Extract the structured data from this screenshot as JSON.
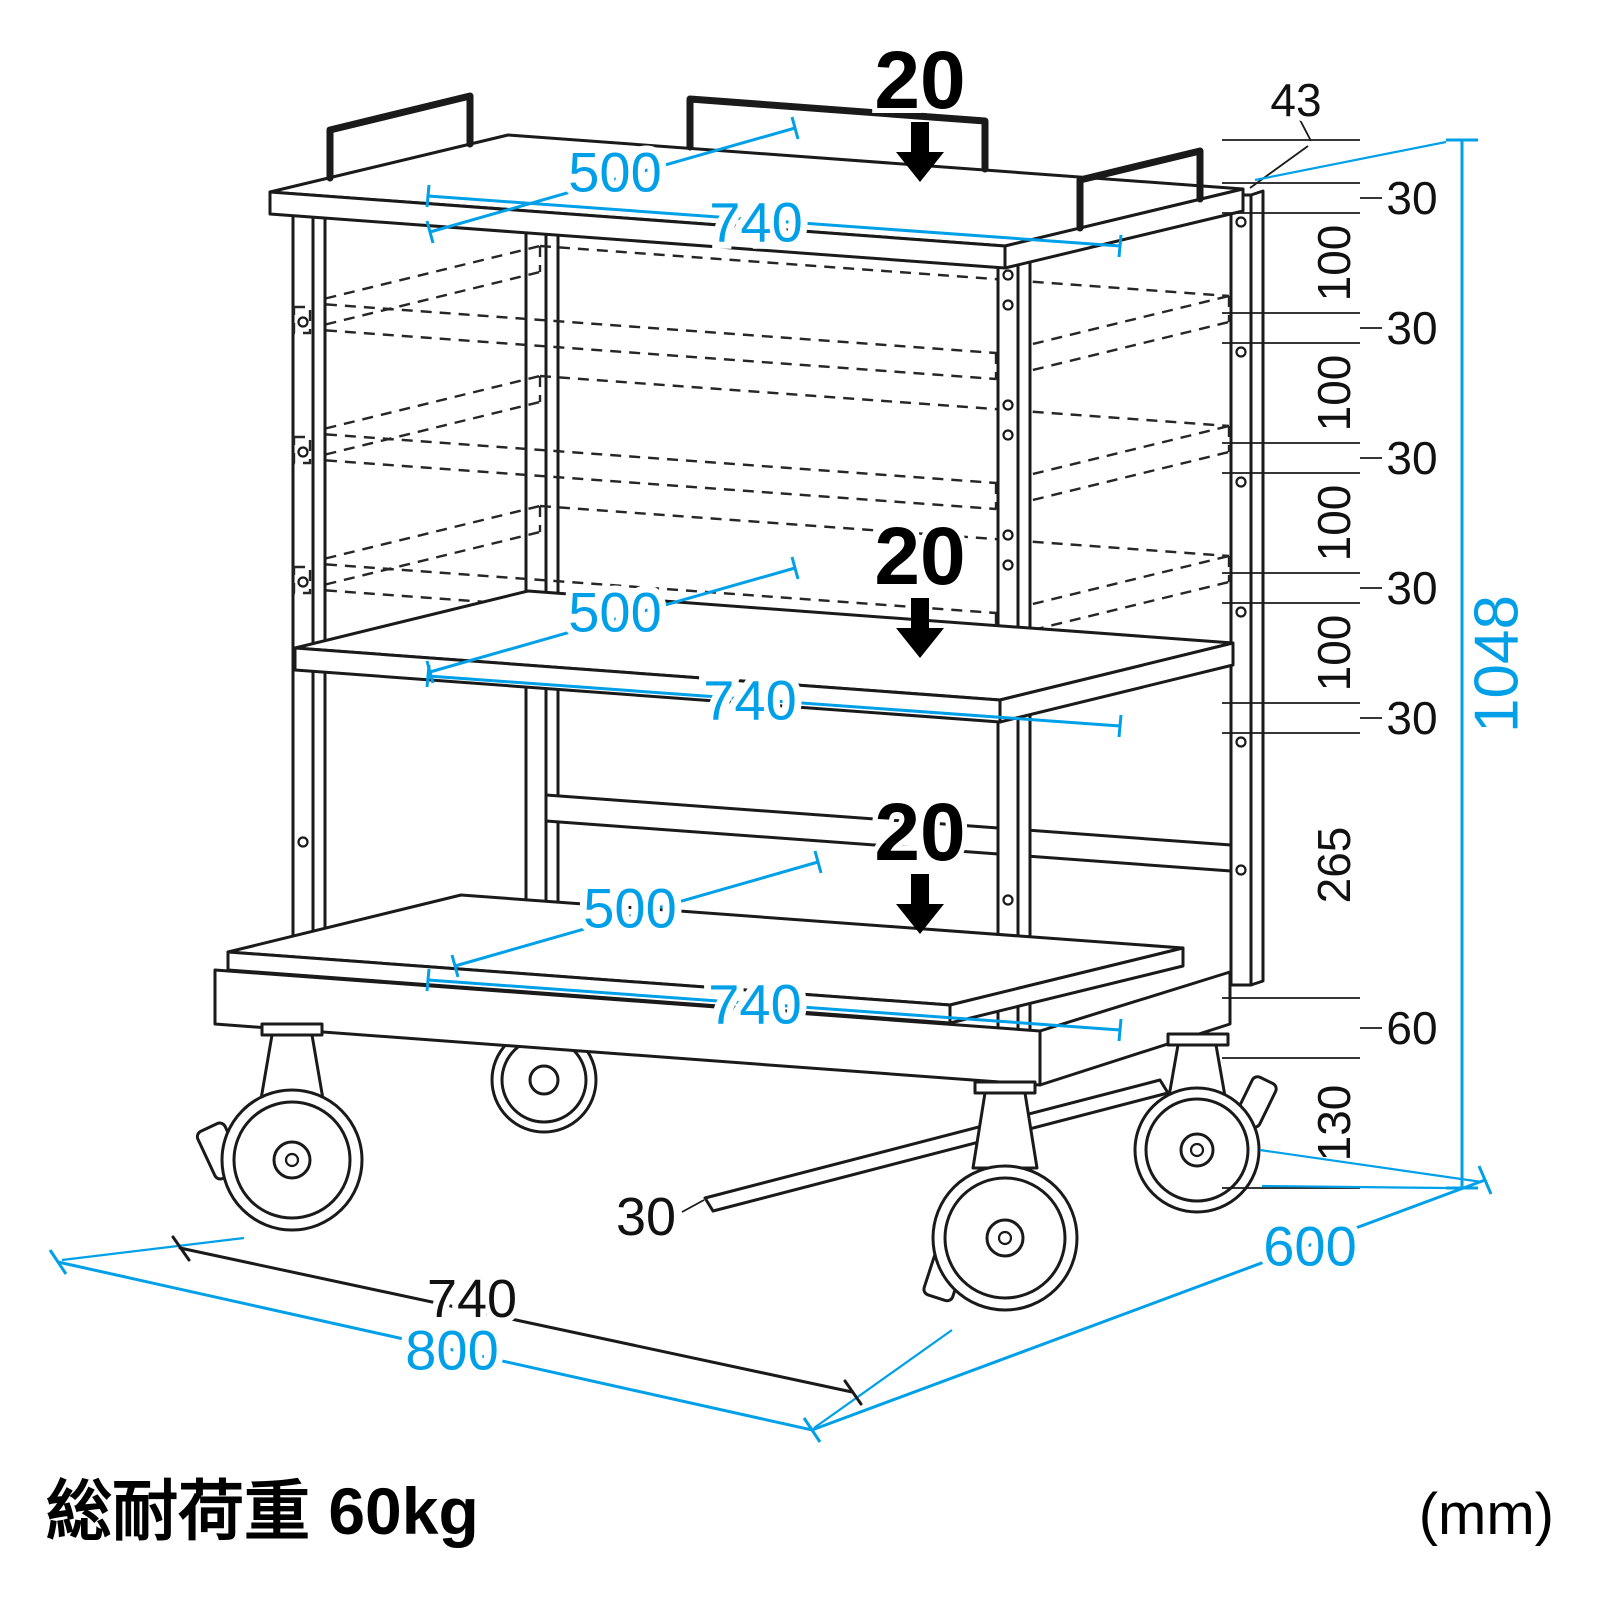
{
  "colors": {
    "dimension_accent": "#00a0e9",
    "line": "#1a1a1a"
  },
  "shelves": {
    "top": {
      "depth": "500",
      "width": "740",
      "drop": "20"
    },
    "middle": {
      "depth": "500",
      "width": "740",
      "drop": "20"
    },
    "bottom": {
      "depth": "500",
      "width": "740",
      "drop": "20"
    }
  },
  "right_chain": [
    {
      "label": "43"
    },
    {
      "label": "30"
    },
    {
      "label": "100"
    },
    {
      "label": "30"
    },
    {
      "label": "100"
    },
    {
      "label": "30"
    },
    {
      "label": "100"
    },
    {
      "label": "30"
    },
    {
      "label": "100"
    },
    {
      "label": "30"
    },
    {
      "label": "265"
    },
    {
      "label": "60"
    },
    {
      "label": "130"
    }
  ],
  "totals": {
    "overall_height": "1048",
    "base_width": "740",
    "base_width_outer": "800",
    "base_depth": "600",
    "frame_thickness": "30"
  },
  "footer": {
    "load_capacity": "総耐荷重 60kg",
    "unit": "(mm)"
  }
}
